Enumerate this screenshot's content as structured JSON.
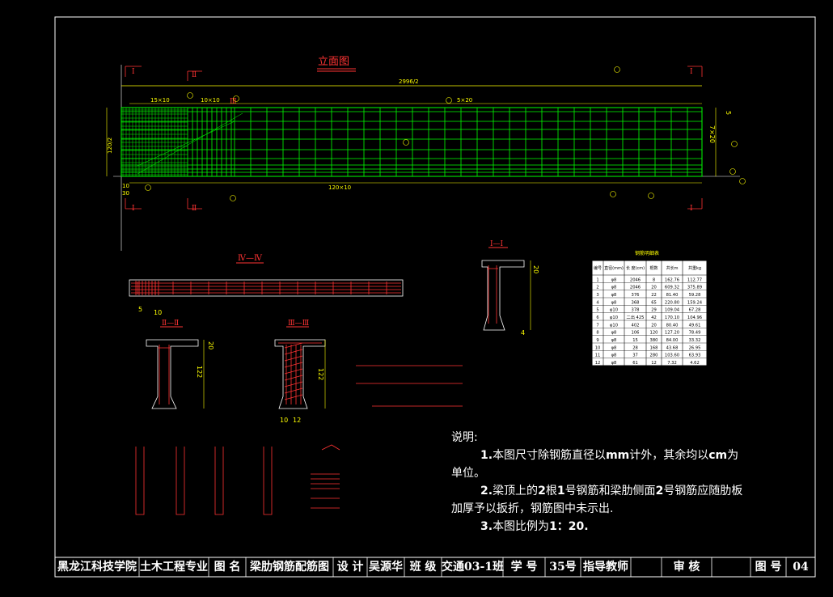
{
  "drawing": {
    "elevation_title": "立面图",
    "section_IV_title": "Ⅳ—Ⅳ",
    "section_II_title": "Ⅱ—Ⅱ",
    "section_III_title": "Ⅲ—Ⅲ",
    "section_I_title": "I—I",
    "dims": {
      "total_len": "2996/2",
      "height": "120/2",
      "spacing_15x10": "15×10",
      "spacing_10x10": "10×10",
      "spacing_5x20": "5×20",
      "spacing_120x10": "120×10",
      "right_7x20": "7×20",
      "right_5": "5",
      "left_10": "10",
      "left_30": "30",
      "sec_5": "5",
      "sec_10": "10",
      "sec_20": "20",
      "sec_122": "122",
      "sec_12": "12",
      "sec_4": "4"
    },
    "section_markers": {
      "I": "I",
      "II": "Ⅱ",
      "III": "Ⅲ"
    }
  },
  "rebar_table": {
    "title": "钢筋明细表",
    "headers": [
      "编号",
      "直径(mm)",
      "长 度(cm)",
      "根数",
      "共长m",
      "共重kg"
    ],
    "rows": [
      [
        "1",
        "φ8",
        "2046",
        "8",
        "162.76",
        "112.77"
      ],
      [
        "2",
        "φ8",
        "2046",
        "20",
        "609.32",
        "375.89"
      ],
      [
        "3",
        "φ8",
        "376",
        "22",
        "81.40",
        "59.28"
      ],
      [
        "4",
        "φ8",
        "368",
        "65",
        "220.80",
        "159.24"
      ],
      [
        "5",
        "φ10",
        "378",
        "29",
        "109.04",
        "67.28"
      ],
      [
        "6",
        "φ10",
        "二出 425",
        "42",
        "170.10",
        "104.96"
      ],
      [
        "7",
        "φ10",
        "402",
        "20",
        "80.40",
        "49.61"
      ],
      [
        "8",
        "φ8",
        "106",
        "120",
        "127.20",
        "78.49"
      ],
      [
        "9",
        "φ8",
        "15",
        "380",
        "84.00",
        "33.32"
      ],
      [
        "10",
        "φ8",
        "28",
        "168",
        "43.68",
        "26.95"
      ],
      [
        "11",
        "φ8",
        "37",
        "280",
        "103.60",
        "63.93"
      ],
      [
        "12",
        "φ8",
        "61",
        "12",
        "7.32",
        "4.62"
      ]
    ]
  },
  "notes": {
    "heading": "说明:",
    "l1a": "1.",
    "l1b": "本图尺寸除钢筋直径以",
    "l1c": "mm",
    "l1d": "计外，其余均以",
    "l1e": "cm",
    "l1f": "为",
    "l1g": "单位。",
    "l2a": "2.",
    "l2b": "梁顶上的",
    "l2c": "2",
    "l2d": "根",
    "l2e": "1",
    "l2f": "号钢筋和梁肋侧面",
    "l2g": "2",
    "l2h": "号钢筋应随肋板",
    "l2i": "加厚予以扳折，钢筋图中未示出.",
    "l3a": "3.",
    "l3b": "本图比例为",
    "l3c": "1：20."
  },
  "title_block": {
    "school": "黑龙江科技学院",
    "major": "土木工程专业",
    "drawing_name_label": "图 名",
    "drawing_name": "梁肋钢筋配筋图",
    "design_label": "设 计",
    "designer": "吴源华",
    "class_label": "班 级",
    "class": "交通03-1班",
    "student_no_label": "学 号",
    "student_no": "35号",
    "advisor_label": "指导教师",
    "advisor": "",
    "review_label": "审 核",
    "reviewer": "",
    "sheet_no_label": "图 号",
    "sheet_no": "04"
  },
  "colors": {
    "background": "#000000",
    "frame": "#ffffff",
    "rebar": "#00ff00",
    "dimension": "#ffff00",
    "section_line": "#ff0000",
    "title_text": "#ff3333",
    "table_bg": "#ffffff",
    "table_text": "#000000"
  }
}
